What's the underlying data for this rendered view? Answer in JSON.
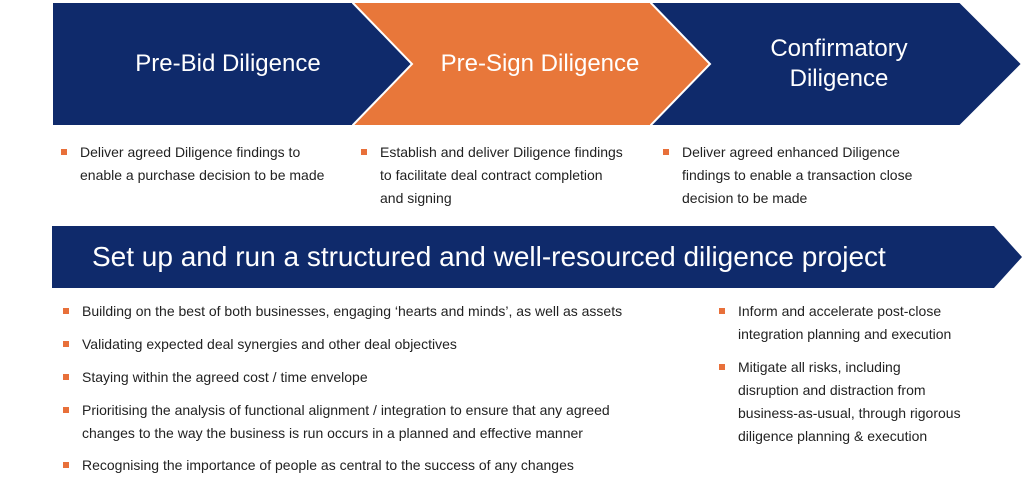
{
  "colors": {
    "navy": "#0f2a6b",
    "orange": "#e8773a",
    "bullet": "#e8703a",
    "text": "#222222"
  },
  "phases": [
    {
      "label": "Pre-Bid Diligence",
      "color": "#0f2a6b"
    },
    {
      "label": "Pre-Sign Diligence",
      "color": "#e8773a"
    },
    {
      "label_line1": "Confirmatory",
      "label_line2": "Diligence",
      "color": "#0f2a6b"
    }
  ],
  "phase_descriptions": [
    {
      "line1": "Deliver agreed Diligence findings to",
      "line2": "enable a purchase decision to be made"
    },
    {
      "line1": "Establish and deliver Diligence findings",
      "line2": "to facilitate deal contract completion",
      "line3": "and signing"
    },
    {
      "line1": "Deliver agreed enhanced Diligence",
      "line2": "findings to enable a transaction close",
      "line3": "decision to be made"
    }
  ],
  "banner": {
    "label": "Set up and run a structured and well-resourced diligence project",
    "color": "#0f2a6b"
  },
  "project_points_left": [
    {
      "line1": "Building on the best of both businesses, engaging ‘hearts and minds’, as well as assets"
    },
    {
      "line1": "Validating expected deal synergies and other deal objectives"
    },
    {
      "line1": "Staying within the agreed cost / time envelope"
    },
    {
      "line1": "Prioritising the analysis of functional alignment / integration to ensure that any agreed",
      "line2": "changes to the way the business is run occurs in a planned and effective manner"
    },
    {
      "line1": "Recognising the importance of people as central to the success of any changes"
    }
  ],
  "project_points_right": [
    {
      "line1": "Inform and accelerate post-close",
      "line2": "integration planning and execution"
    },
    {
      "line1": "Mitigate all risks, including",
      "line2": "disruption and distraction from",
      "line3": "business-as-usual, through rigorous",
      "line4": "diligence planning & execution"
    }
  ]
}
